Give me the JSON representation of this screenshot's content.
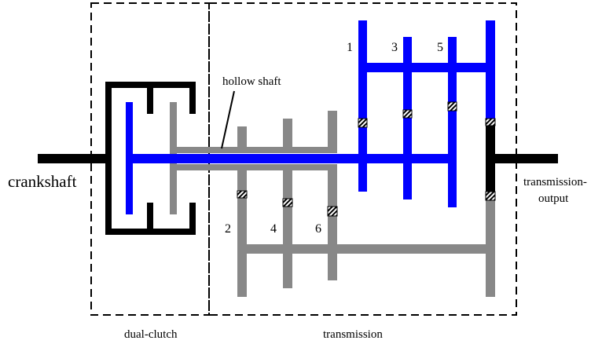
{
  "labels": {
    "crankshaft": "crankshaft",
    "hollow_shaft": "hollow shaft",
    "dual_clutch": "dual-clutch",
    "transmission": "transmission",
    "output_line1": "transmission-",
    "output_line2": "output"
  },
  "gear_numbers": {
    "g1": "1",
    "g2": "2",
    "g3": "3",
    "g4": "4",
    "g5": "5",
    "g6": "6"
  },
  "colors": {
    "odd_gears": "#0000ff",
    "even_gears": "#888888",
    "housing": "#000000",
    "background": "#ffffff"
  }
}
